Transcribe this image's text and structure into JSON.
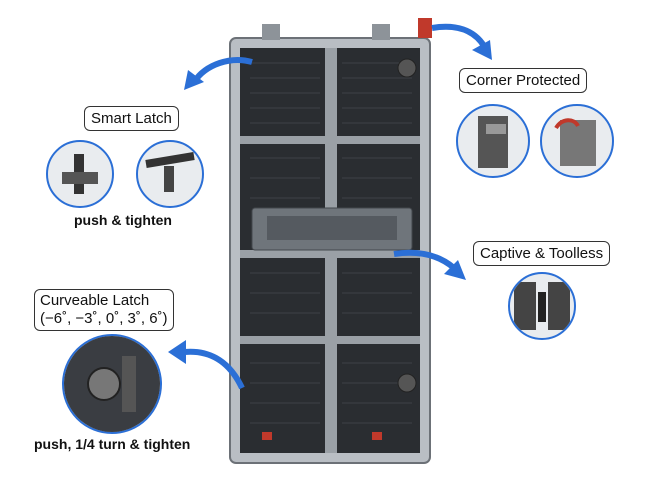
{
  "features": {
    "smart_latch": {
      "title": "Smart Latch",
      "caption": "push & tighten"
    },
    "corner_protected": {
      "title": "Corner Protected"
    },
    "captive_toolless": {
      "title": "Captive & Toolless"
    },
    "curveable_latch": {
      "title": "Curveable Latch",
      "angles": "(−6˚, −3˚, 0˚, 3˚, 6˚)",
      "caption": "push, 1/4 turn & tighten"
    }
  },
  "colors": {
    "accent_blue": "#2b6fd6",
    "panel_dark": "#2a2d31",
    "frame_gray": "#9aa0a6"
  }
}
